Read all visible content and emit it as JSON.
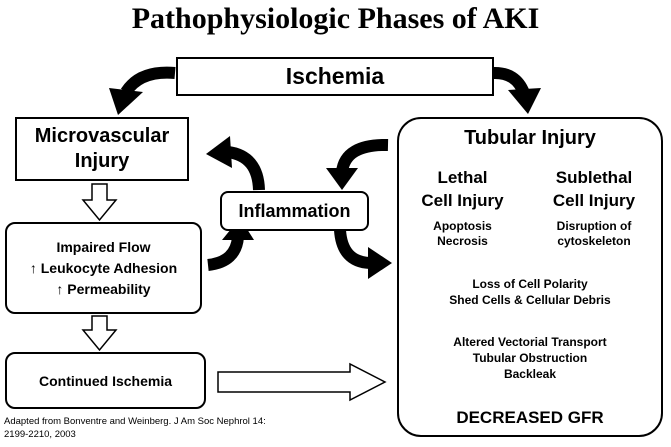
{
  "title": "Pathophysiologic Phases of AKI",
  "ischemia": "Ischemia",
  "microvascular": {
    "line1": "Microvascular",
    "line2": "Injury"
  },
  "impaired": {
    "line1": "Impaired Flow",
    "line2": "↑ Leukocyte Adhesion",
    "line3": "↑ Permeability"
  },
  "continued": "Continued Ischemia",
  "inflammation": "Inflammation",
  "tubular": {
    "title": "Tubular Injury",
    "lethal": {
      "line1": "Lethal",
      "line2": "Cell Injury",
      "detail1": "Apoptosis",
      "detail2": "Necrosis"
    },
    "sublethal": {
      "line1": "Sublethal",
      "line2": "Cell Injury",
      "detail1": "Disruption of",
      "detail2": "cytoskeleton"
    },
    "polarity": {
      "line1": "Loss of Cell Polarity",
      "line2": "Shed Cells & Cellular Debris"
    },
    "transport": {
      "line1": "Altered Vectorial Transport",
      "line2": "Tubular Obstruction",
      "line3": "Backleak"
    },
    "gfr": "DECREASED GFR"
  },
  "citation": {
    "line1": "Adapted from Bonventre and Weinberg. J Am Soc Nephrol 14:",
    "line2": "2199-2210, 2003"
  }
}
